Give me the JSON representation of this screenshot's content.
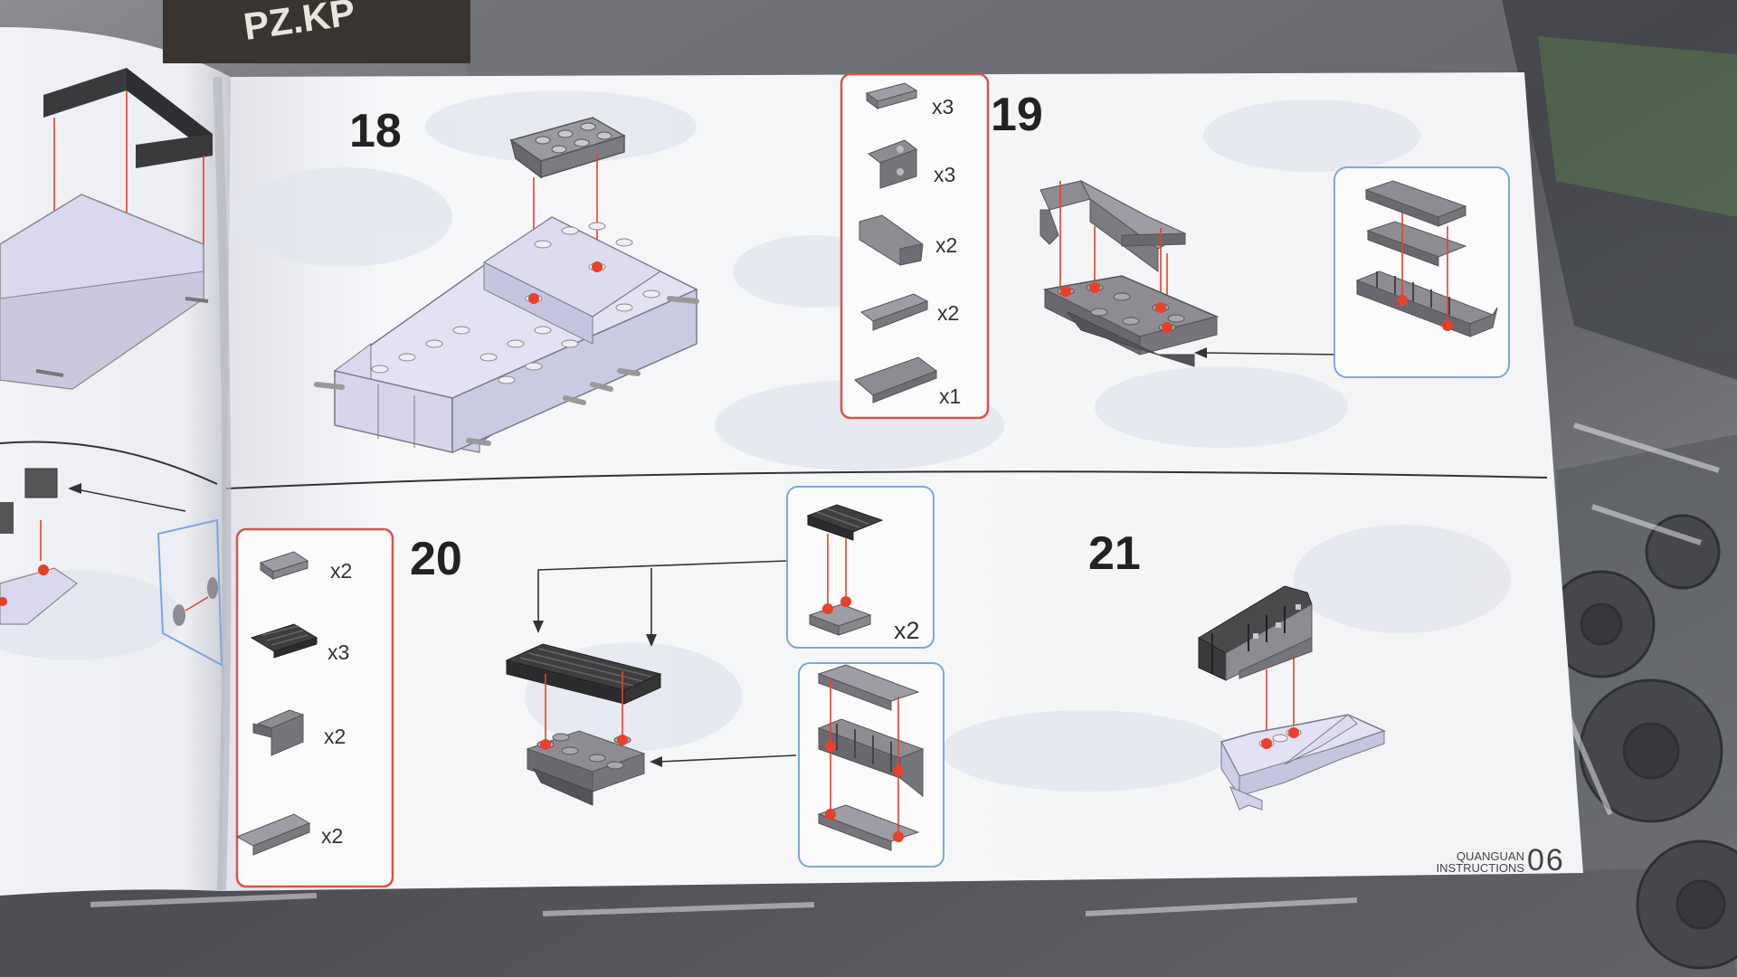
{
  "booklet": {
    "cover_title": "PZ.KP",
    "steps": [
      {
        "number": "18"
      },
      {
        "number": "19"
      },
      {
        "number": "20"
      },
      {
        "number": "21"
      }
    ],
    "step19_parts": [
      {
        "qty": "x3",
        "icon": "plate-1x2-icon"
      },
      {
        "qty": "x3",
        "icon": "bracket-icon"
      },
      {
        "qty": "x2",
        "icon": "slope-icon"
      },
      {
        "qty": "x2",
        "icon": "plate-1x4-icon"
      },
      {
        "qty": "x1",
        "icon": "tile-2x4-icon"
      }
    ],
    "step20_parts": [
      {
        "qty": "x2",
        "icon": "plate-1x2-icon"
      },
      {
        "qty": "x3",
        "icon": "grille-icon"
      },
      {
        "qty": "x2",
        "icon": "bracket-icon"
      },
      {
        "qty": "x2",
        "icon": "plate-1x4-icon"
      }
    ],
    "step20_subassembly_qty": "x2",
    "footer": {
      "brand_line1": "QUANGUAN",
      "brand_line2": "INSTRUCTIONS",
      "page_number": "06"
    }
  },
  "colors": {
    "page": "#f4f5f7",
    "parts_box_border": "#d9534a",
    "sub_box_border": "#7fa6dc",
    "dark_part": "#4a4a4c",
    "grey_part": "#8e8c92",
    "light_part": "#d9d8ee",
    "connector": "#e8402a",
    "background_bags": "#5f6166"
  }
}
